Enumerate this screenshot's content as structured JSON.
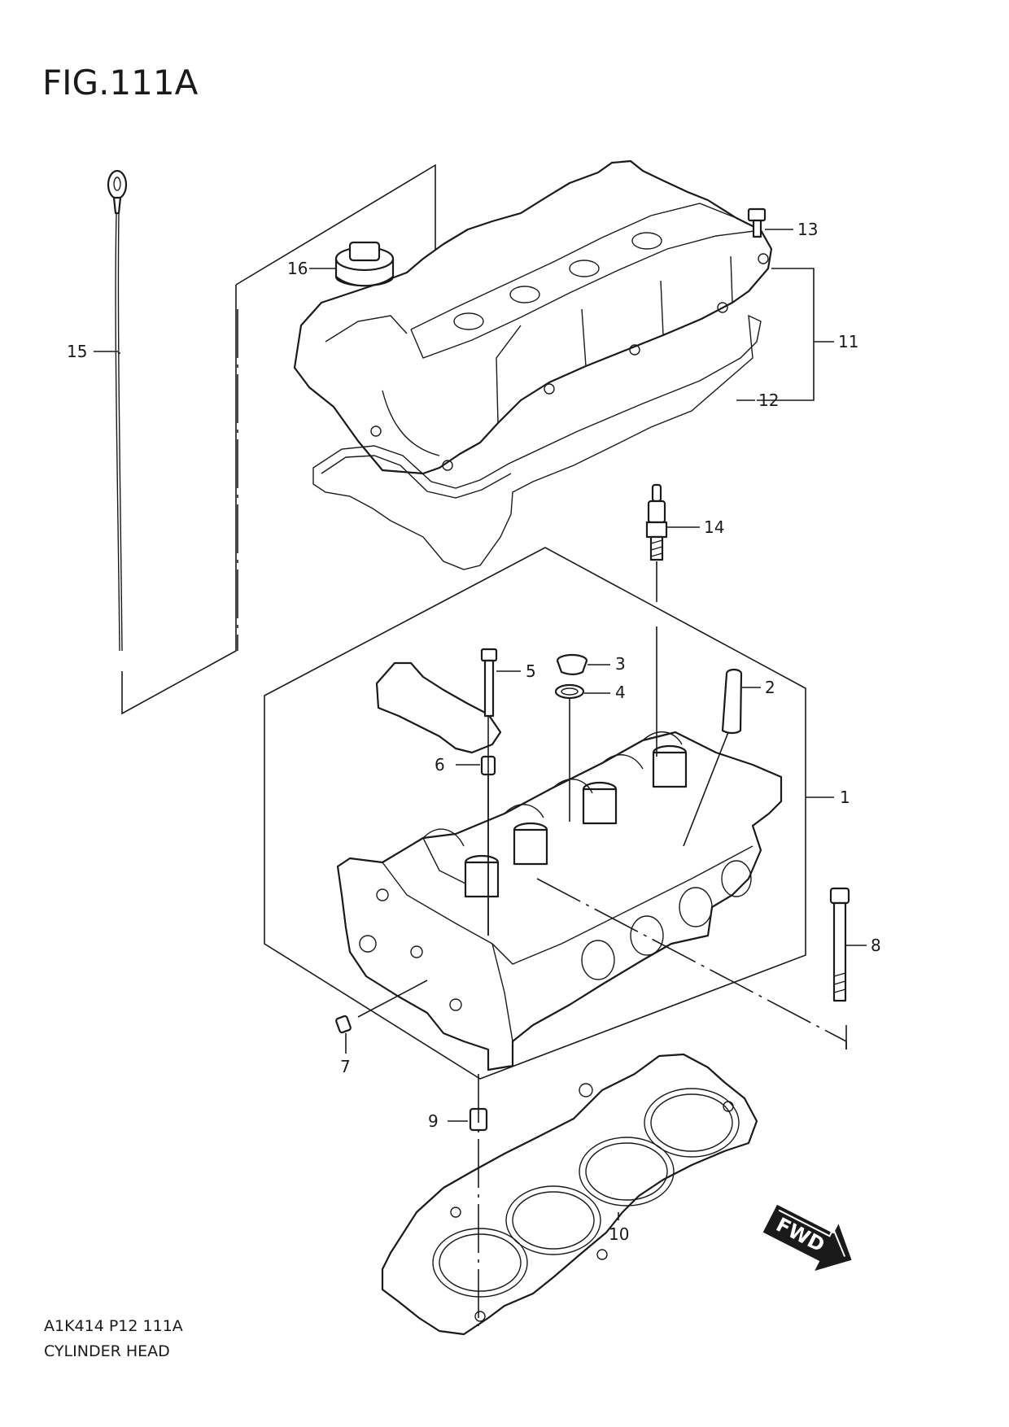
{
  "figure": {
    "title": "FIG.111A",
    "code": "A1K414 P12 111A",
    "name": "CYLINDER HEAD",
    "fwd_label": "FWD"
  },
  "callouts": [
    {
      "id": "c1",
      "label": "1"
    },
    {
      "id": "c2",
      "label": "2"
    },
    {
      "id": "c3",
      "label": "3"
    },
    {
      "id": "c4",
      "label": "4"
    },
    {
      "id": "c5",
      "label": "5"
    },
    {
      "id": "c6",
      "label": "6"
    },
    {
      "id": "c7",
      "label": "7"
    },
    {
      "id": "c8",
      "label": "8"
    },
    {
      "id": "c9",
      "label": "9"
    },
    {
      "id": "c10",
      "label": "10"
    },
    {
      "id": "c11",
      "label": "11"
    },
    {
      "id": "c12",
      "label": "12"
    },
    {
      "id": "c13",
      "label": "13"
    },
    {
      "id": "c14",
      "label": "14"
    },
    {
      "id": "c15",
      "label": "15"
    },
    {
      "id": "c16",
      "label": "16"
    }
  ]
}
